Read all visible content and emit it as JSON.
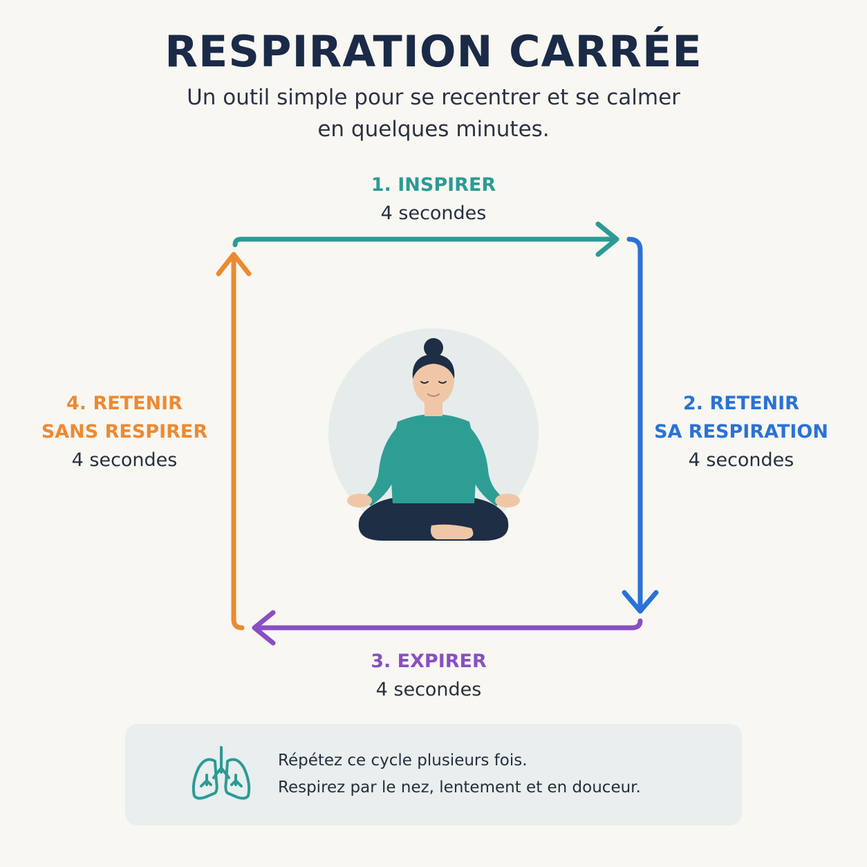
{
  "header": {
    "title": "RESPIRATION CARRÉE",
    "subtitle_line1": "Un outil simple pour se recentrer et se calmer",
    "subtitle_line2": "en quelques minutes."
  },
  "steps": [
    {
      "label_line1": "1. INSPIRER",
      "duration": "4 secondes",
      "color": "#2c9a95"
    },
    {
      "label_line1": "2. RETENIR",
      "label_line2": "SA RESPIRATION",
      "duration": "4 secondes",
      "color": "#2a72d6"
    },
    {
      "label_line1": "3. EXPIRER",
      "duration": "4 secondes",
      "color": "#8a4fc2"
    },
    {
      "label_line1": "4. RETENIR",
      "label_line2": "SANS RESPIRER",
      "duration": "4 secondes",
      "color": "#ec8a33"
    }
  ],
  "tip": {
    "line1": "Répétez ce cycle plusieurs fois.",
    "line2": "Respirez par le nez, lentement et en douceur.",
    "icon": "lungs-icon"
  },
  "colors": {
    "background": "#f8f7f2",
    "title": "#1b2a47",
    "teal": "#2c9a95",
    "blue": "#2a72d6",
    "purple": "#8a4fc2",
    "orange": "#ec8a33",
    "tip_background": "#e9eeee"
  }
}
